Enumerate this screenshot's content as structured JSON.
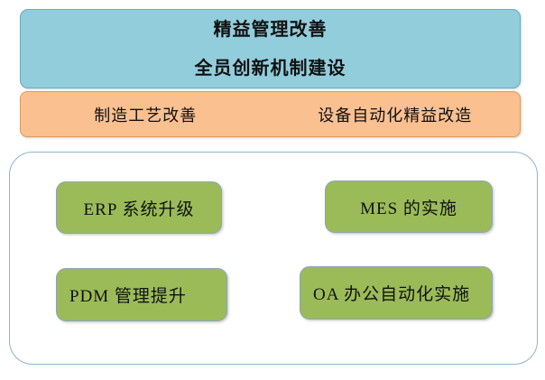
{
  "diagram": {
    "type": "hierarchy-block-diagram",
    "title_banner": {
      "fill_color": "#92CDDC",
      "border_color": "#6FA8BC",
      "lines": [
        "精益管理改善",
        "全员创新机制建设"
      ]
    },
    "subtitle_banner": {
      "fill_color": "#FAC090",
      "border_color": "#D99B63",
      "cells": [
        "制造工艺改善",
        "设备自动化精益改造"
      ]
    },
    "group_container": {
      "fill_color": "#FFFFFF",
      "border_color": "#8FB3CC"
    },
    "items": [
      {
        "label": "ERP 系统升级",
        "fill_color": "#9BBB59",
        "border_color": "#8DA3B8"
      },
      {
        "label": "MES 的实施",
        "fill_color": "#9BBB59",
        "border_color": "#8DA3B8"
      },
      {
        "label": "PDM 管理提升",
        "fill_color": "#9BBB59",
        "border_color": "#8DA3B8"
      },
      {
        "label": "OA 办公自动化实施",
        "fill_color": "#9BBB59",
        "border_color": "#8DA3B8"
      }
    ]
  }
}
